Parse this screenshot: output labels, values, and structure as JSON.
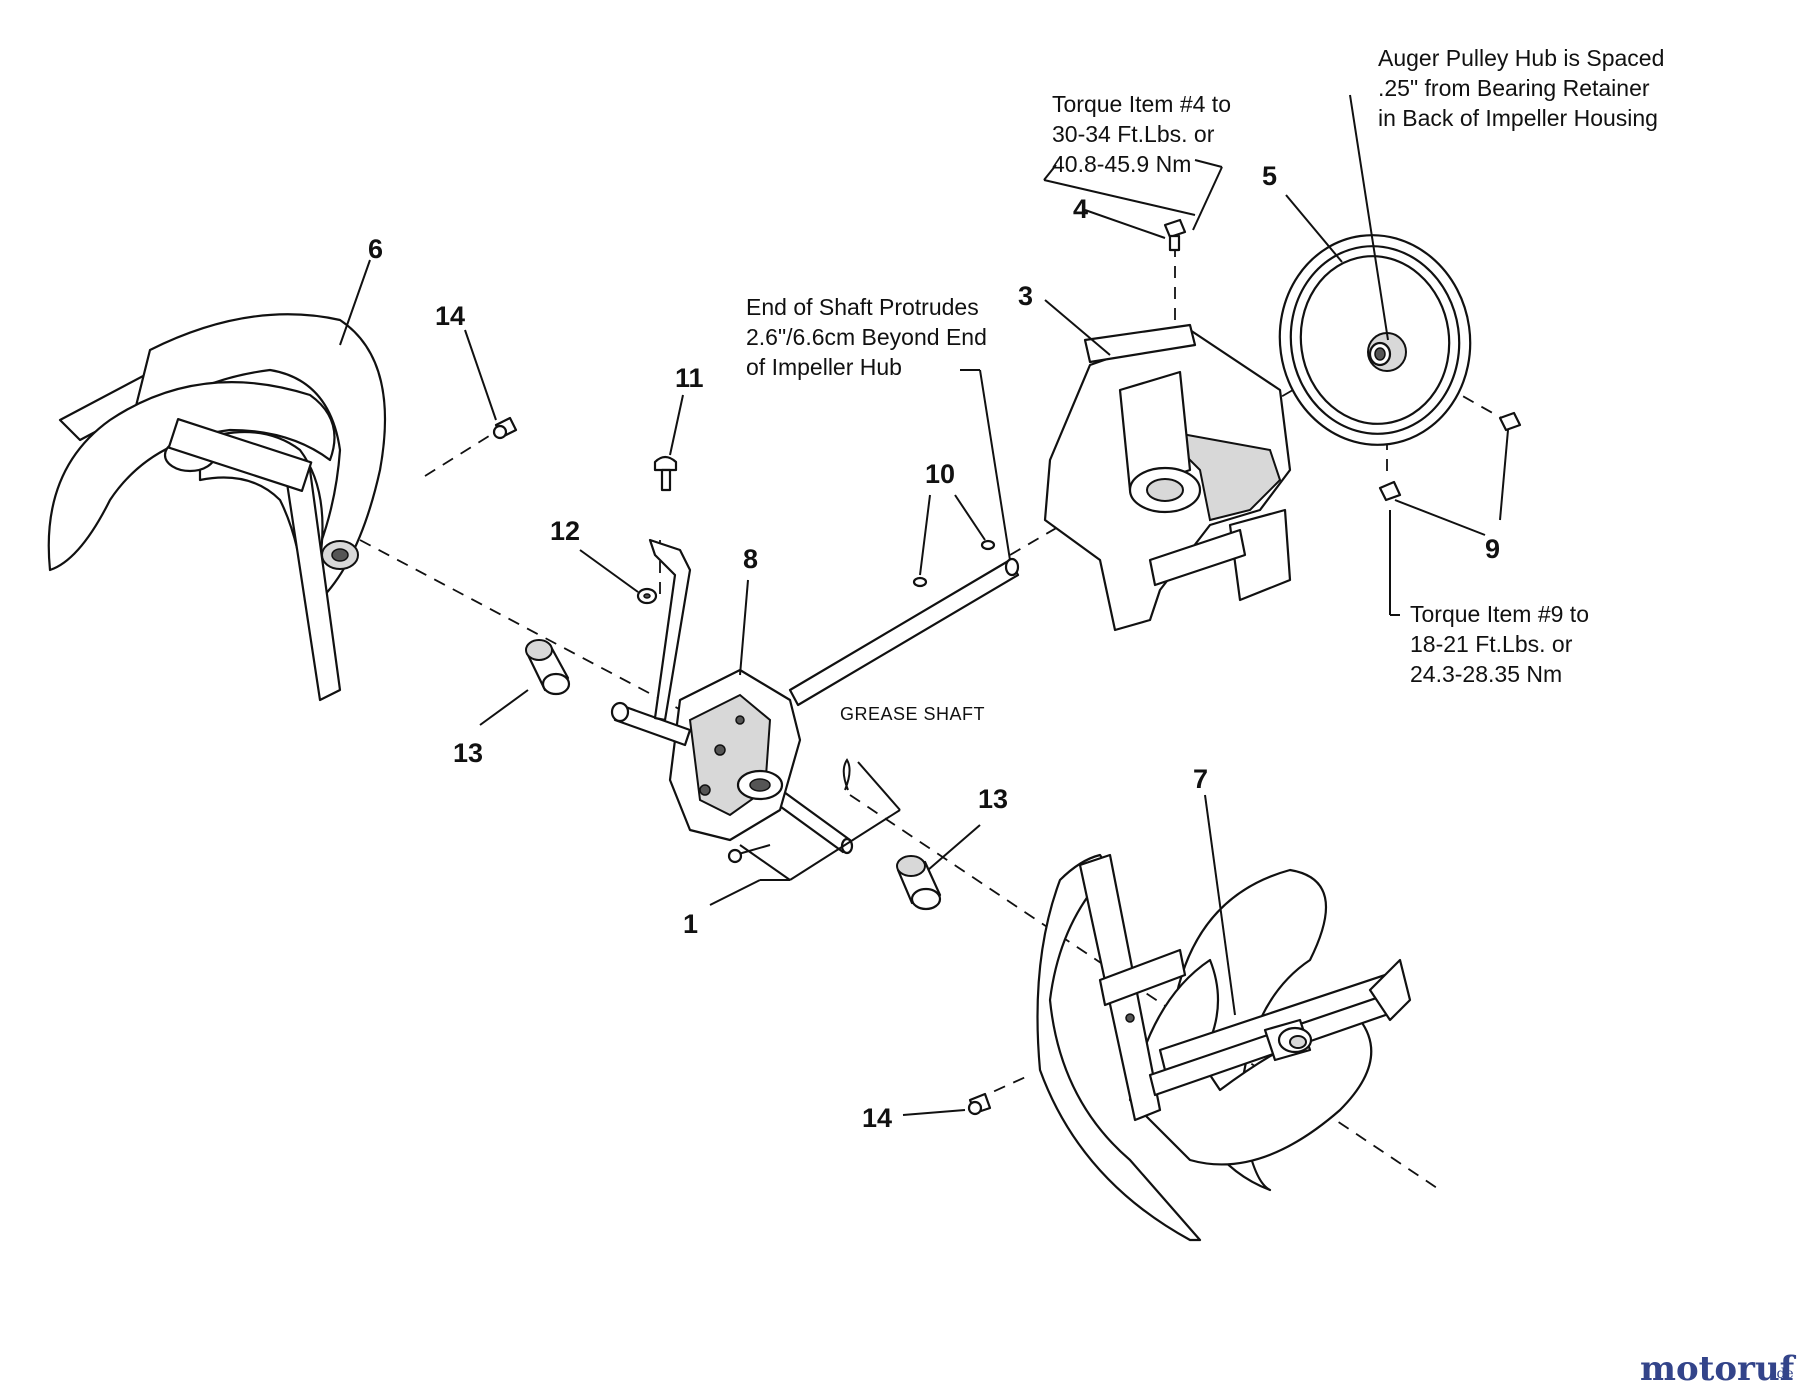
{
  "callouts": {
    "c1": "1",
    "c3": "3",
    "c4": "4",
    "c5": "5",
    "c6": "6",
    "c7": "7",
    "c8": "8",
    "c9": "9",
    "c10": "10",
    "c11": "11",
    "c12": "12",
    "c13a": "13",
    "c13b": "13",
    "c14a": "14",
    "c14b": "14"
  },
  "notes": {
    "torque4": [
      "Torque Item #4 to",
      "30-34 Ft.Lbs. or",
      "40.8-45.9 Nm"
    ],
    "pulley": [
      "Auger Pulley Hub is Spaced",
      ".25\" from Bearing Retainer",
      "in Back of Impeller Housing"
    ],
    "shaft": [
      "End of Shaft Protrudes",
      "2.6\"/6.6cm Beyond End",
      "of Impeller Hub"
    ],
    "torque9": [
      "Torque Item #9 to",
      "18-21 Ft.Lbs. or",
      "24.3-28.35 Nm"
    ],
    "grease": "GREASE SHAFT"
  },
  "watermark": {
    "brand": "motoruf",
    "tld": ".de"
  }
}
